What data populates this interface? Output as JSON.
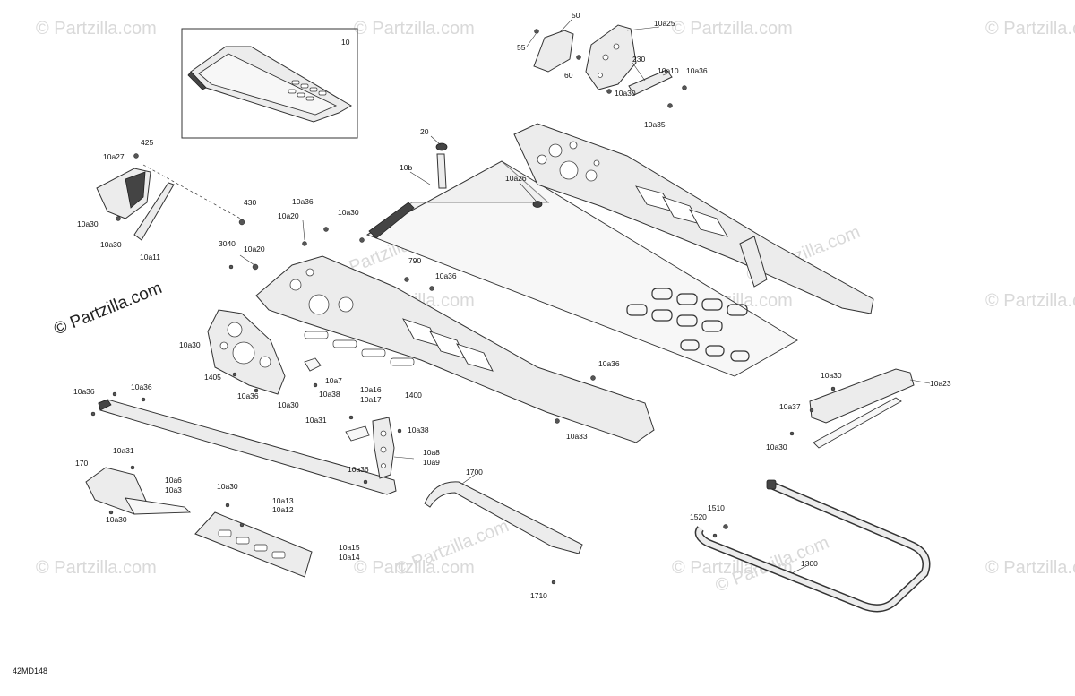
{
  "diagram_code": "42MD148",
  "watermark": {
    "text": "© Partzilla.com",
    "featured_text": "© Partzilla.com"
  },
  "inset": {
    "label": "10"
  },
  "callouts": {
    "c50": "50",
    "c55": "55",
    "c60": "60",
    "c10a25": "10a25",
    "c230": "230",
    "c10a10": "10a10",
    "c10a36_tr": "10a36",
    "c10a30_tr": "10a30",
    "c10a35": "10a35",
    "c425": "425",
    "c10a27": "10a27",
    "c10a30_l1": "10a30",
    "c10a30_l2": "10a30",
    "c10a11": "10a11",
    "c430": "430",
    "c20": "20",
    "c10b": "10b",
    "c10a26": "10a26",
    "c10a36_m1": "10a36",
    "c10a20_a": "10a20",
    "c10a30_m": "10a30",
    "c3040": "3040",
    "c10a20_b": "10a20",
    "c790": "790",
    "c10a36_m2": "10a36",
    "c10a30_pl": "10a30",
    "c1405": "1405",
    "c10a36_pl": "10a36",
    "c10a30_pl2": "10a30",
    "c10a7": "10a7",
    "c10a38_a": "10a38",
    "c1400": "1400",
    "c10a36_r": "10a36",
    "c10a33": "10a33",
    "c10a36_lw1": "10a36",
    "c10a36_lw2": "10a36",
    "c10a16": "10a16",
    "c10a17": "10a17",
    "c10a31_b": "10a31",
    "c10a38_b": "10a38",
    "c10a8": "10a8",
    "c10a9": "10a9",
    "c10a36_b": "10a36",
    "c10a30_rb1": "10a30",
    "c10a23": "10a23",
    "c10a37": "10a37",
    "c10a30_rb2": "10a30",
    "c10a31_bl": "10a31",
    "c170": "170",
    "c10a6": "10a6",
    "c10a3": "10a3",
    "c10a30_bl": "10a30",
    "c10a30_bm": "10a30",
    "c10a13": "10a13",
    "c10a12": "10a12",
    "c10a15": "10a15",
    "c10a14": "10a14",
    "c1700": "1700",
    "c1710": "1710",
    "c1510": "1510",
    "c1520": "1520",
    "c1300": "1300"
  }
}
